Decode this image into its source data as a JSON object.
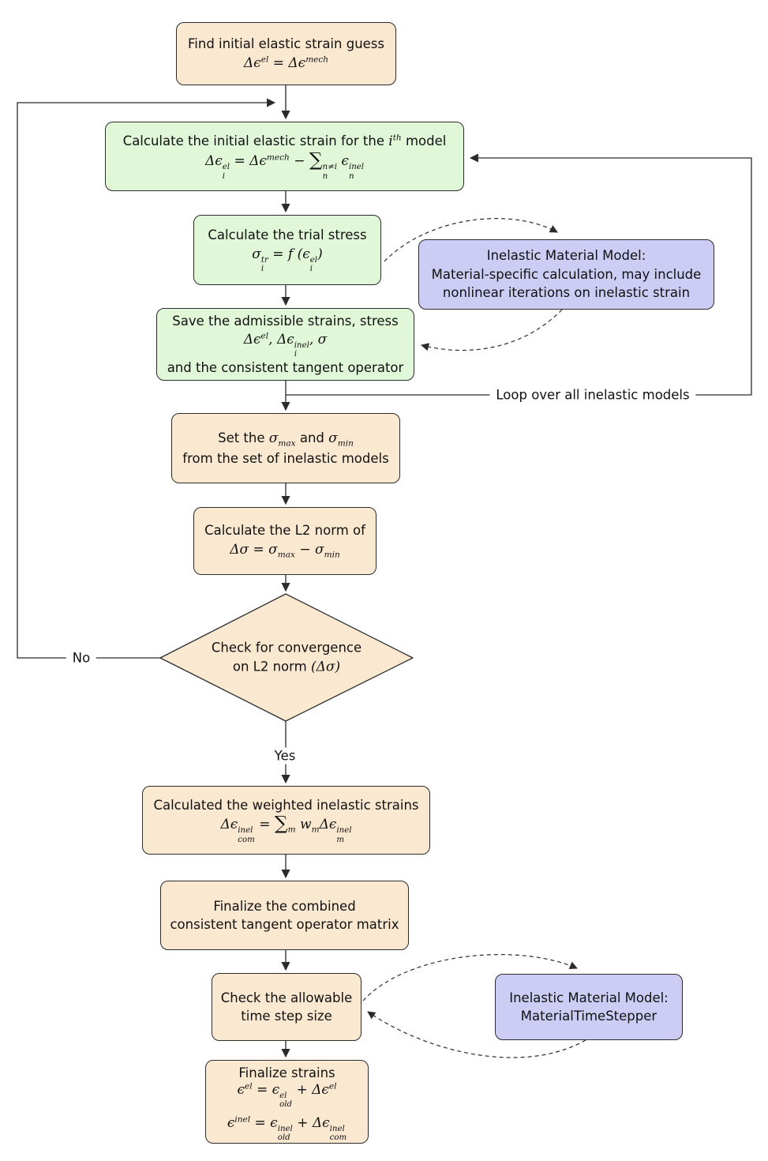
{
  "colors": {
    "tan": "#fae8d0",
    "green": "#e0f7d8",
    "purple": "#ccccf5",
    "stroke": "#2b2b2b"
  },
  "nodes": {
    "initial_guess": {
      "lines": [
        "Find initial elastic strain guess",
        "$Δϵ^{el} = Δϵ^{mech}$"
      ]
    },
    "calc_initial_elastic": {
      "lines": [
        "Calculate the initial elastic strain for the $i^{th}$ model",
        "$Δϵ_{i}^{el} = Δϵ^{mech} − ∑^{n≠i}_{n} ϵ_{n}^{inel}$"
      ]
    },
    "calc_trial_stress": {
      "lines": [
        "Calculate the trial stress",
        "$σ_{i}^{tr} = f (ϵ_{i}^{el})$"
      ]
    },
    "inelastic_model_calc": {
      "lines": [
        "Inelastic Material Model:",
        "Material-specific calculation, may include",
        "nonlinear iterations on inelastic strain"
      ]
    },
    "save_admissible": {
      "lines": [
        "Save the admissible strains, stress",
        "$Δϵ^{el}, Δϵ_{i}^{inel}, σ$",
        "and the consistent tangent operator"
      ]
    },
    "set_sigma": {
      "lines": [
        "Set the $σ_{max}$ and $σ_{min}$",
        "from the set of inelastic models"
      ]
    },
    "l2_norm": {
      "lines": [
        "Calculate the L2 norm of",
        "$Δσ = σ_{max} − σ_{min}$"
      ]
    },
    "convergence_check": {
      "lines": [
        "Check for convergence",
        "on L2 norm $(Δσ)$"
      ]
    },
    "weighted_strains": {
      "lines": [
        "Calculated the weighted inelastic strains",
        "$Δϵ_{com}^{inel} = ∑_{m} w_{m}Δϵ_{m}^{inel}$"
      ]
    },
    "finalize_tangent": {
      "lines": [
        "Finalize the combined",
        "consistent tangent operator matrix"
      ]
    },
    "check_timestep": {
      "lines": [
        "Check the allowable",
        "time step size"
      ]
    },
    "material_time_stepper": {
      "lines": [
        "Inelastic Material Model:",
        "MaterialTimeStepper"
      ]
    },
    "finalize_strains": {
      "lines": [
        "Finalize strains",
        "$ϵ^{el} = ϵ_{old}^{el} + Δϵ^{el}$",
        "",
        "$ϵ^{inel} = ϵ_{old}^{inel} + Δϵ_{com}^{inel}$"
      ]
    }
  },
  "labels": {
    "loop": "Loop over all inelastic models",
    "no": "No",
    "yes": "Yes"
  }
}
